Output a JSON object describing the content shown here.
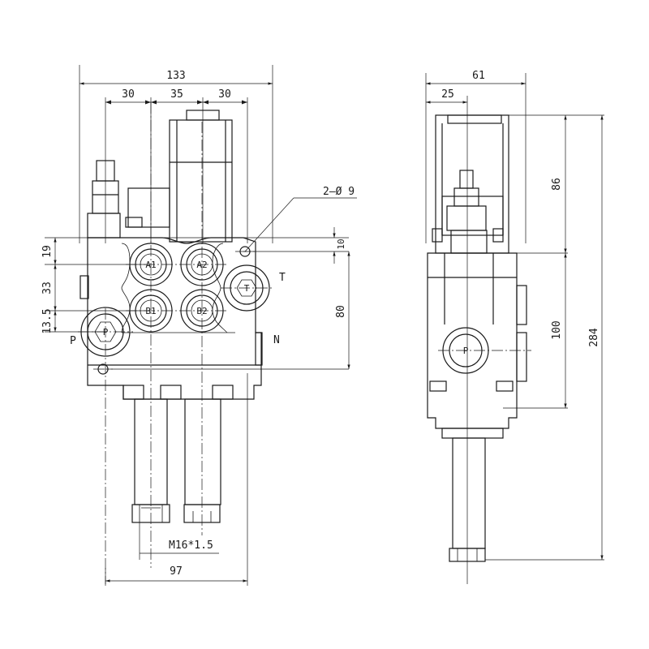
{
  "front_view": {
    "dims": {
      "overall_width": "133",
      "left_spacing": "30",
      "mid_spacing": "35",
      "right_spacing": "30",
      "hole_note": "2—Ø 9",
      "top_offset": "10",
      "height_a": "19",
      "height_b": "33",
      "height_c": "13.5",
      "body_height": "80",
      "base_width": "97",
      "thread": "M16*1.5"
    },
    "ports": {
      "a1": "A1",
      "a2": "A2",
      "b1": "B1",
      "b2": "B2",
      "p": "P",
      "t": "T",
      "n": "N",
      "p_side_label": "P"
    }
  },
  "side_view": {
    "dims": {
      "overall_depth": "61",
      "port_depth": "25",
      "upper_height": "86",
      "lower_height": "100",
      "total_height": "284"
    },
    "ports": {
      "p": "P"
    }
  }
}
